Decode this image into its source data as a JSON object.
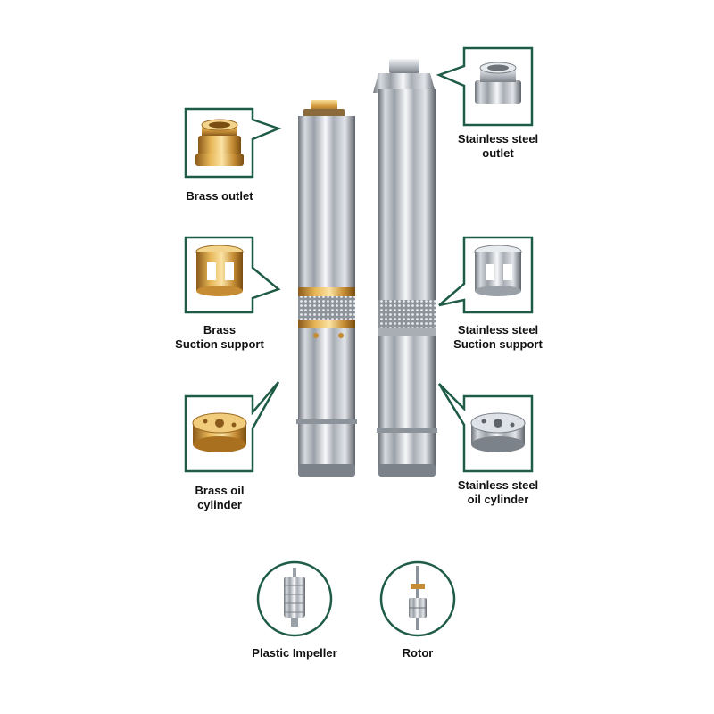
{
  "colors": {
    "frame_green": "#1f5c46",
    "background": "#ffffff",
    "caption_text": "#111111"
  },
  "left_column": [
    {
      "icon": "brass-outlet-part",
      "lines": [
        "Brass outlet"
      ]
    },
    {
      "icon": "brass-suction-support-part",
      "lines": [
        "Brass",
        "Suction support"
      ]
    },
    {
      "icon": "brass-oil-cylinder-part",
      "lines": [
        "Brass oil",
        "cylinder"
      ]
    }
  ],
  "right_column": [
    {
      "icon": "stainless-steel-outlet-part",
      "lines": [
        "Stainless steel",
        "outlet"
      ]
    },
    {
      "icon": "stainless-steel-suction-support-part",
      "lines": [
        "Stainless steel",
        "Suction support"
      ]
    },
    {
      "icon": "stainless-steel-oil-cylinder-part",
      "lines": [
        "Stainless steel",
        "oil cylinder"
      ]
    }
  ],
  "bottom_row": [
    {
      "icon": "plastic-impeller-part",
      "label": "Plastic Impeller"
    },
    {
      "icon": "rotor-part",
      "label": "Rotor"
    }
  ],
  "pumps": [
    {
      "name": "brass-pump",
      "finish": "stainless with brass fittings"
    },
    {
      "name": "stainless-pump",
      "finish": "all stainless"
    }
  ]
}
